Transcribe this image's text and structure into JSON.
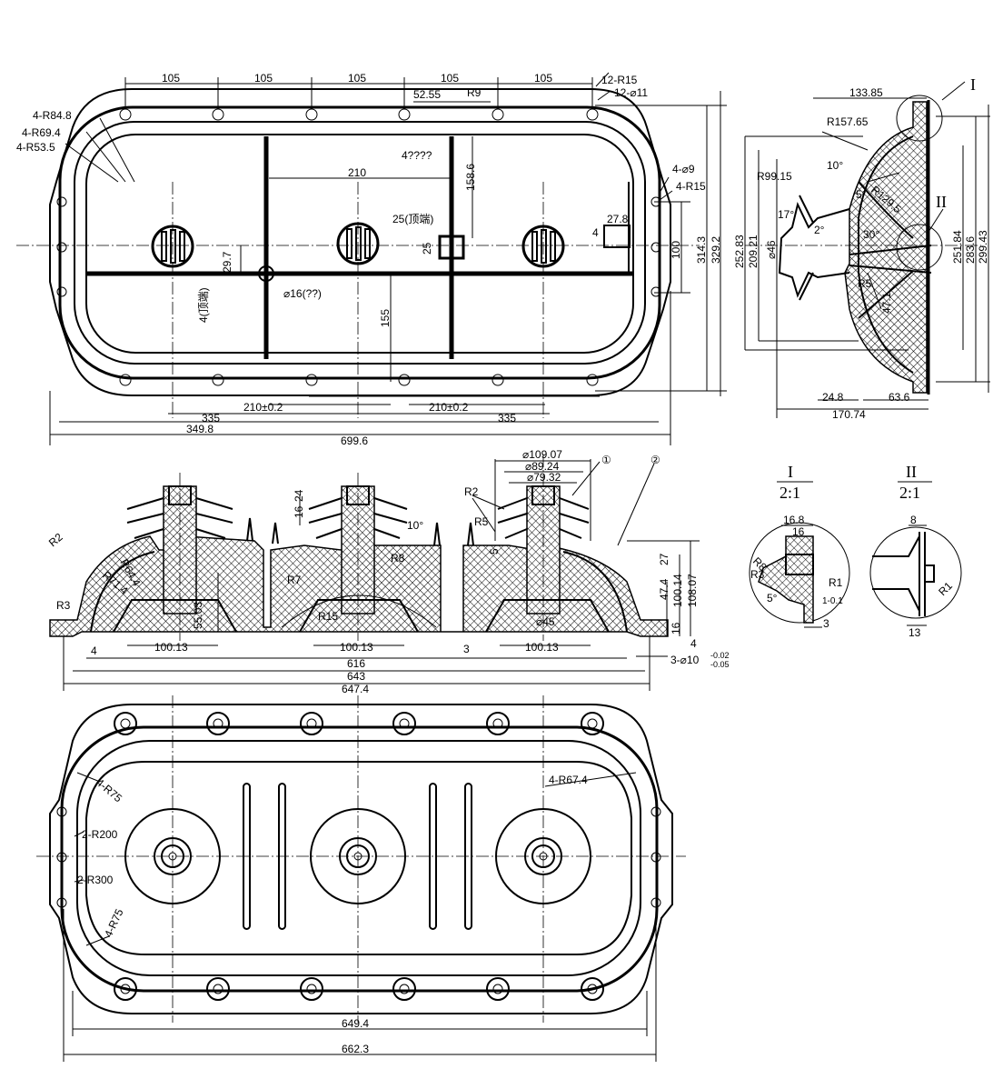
{
  "top_view": {
    "pitch_105": [
      "105",
      "105",
      "105",
      "105",
      "105"
    ],
    "r15_12": "12-R15",
    "d11_12": "12-⌀11",
    "d52_55": "52.55",
    "r9": "R9",
    "r84_8": "4-R84.8",
    "r69_4": "4-R69.4",
    "r53_5": "4-R53.5",
    "note_4": "4????",
    "d210": "210",
    "d158_6": "158.6",
    "d25_top": "25(顶端)",
    "d25": "25",
    "d29_7": "29.7",
    "d4_top": "4(顶端)",
    "d16": "⌀16(??)",
    "d155": "155",
    "d27_8": "27.8",
    "d4": "4",
    "d9_4": "4-⌀9",
    "r15_4": "4-R15",
    "d100": "100",
    "d314_3": "314.3",
    "d329_2": "329.2",
    "d210_tol_a": "210±0.2",
    "d210_tol_b": "210±0.2",
    "d335_a": "335",
    "d335_b": "335",
    "d349_8": "349.8",
    "d699_6": "699.6"
  },
  "side_view": {
    "d133_85": "133.85",
    "mark_I": "I",
    "r157_65": "R157.65",
    "ang10": "10°",
    "r99_15": "R99.15",
    "ang5": "5°",
    "r129_5": "R129.5",
    "mark_II": "II",
    "ang17": "17°",
    "ang2": "2°",
    "ang30": "30°",
    "d252_83": "252.83",
    "d209_21": "209.21",
    "d46": "⌀46",
    "r5": "R5",
    "d47_1": "47.1",
    "d251_84": "251.84",
    "d283_6": "283.6",
    "d299_43": "299.43",
    "d24_8": "24.8",
    "d63_6": "63.6",
    "d170_74": "170.74"
  },
  "section_view": {
    "d109_07": "⌀109.07",
    "d89_24": "⌀89.24",
    "d79_32": "⌀79.32",
    "callout1": "①",
    "callout2": "②",
    "r2_a": "R2",
    "r2_b": "R2",
    "r5": "R5",
    "d16": "16",
    "d24": "24",
    "ang10": "10°",
    "d5": "5",
    "r64_4": "R64.4",
    "r71_4": "R71.4",
    "r8": "R8",
    "r7": "R7",
    "r3": "R3",
    "d55_03": "55.03",
    "r15": "R15",
    "d27": "27",
    "d47_4": "47.4",
    "d100_14": "100.14",
    "d108_07": "108.07",
    "d45": "⌀45",
    "d16b": "16",
    "d4a": "4",
    "d4b": "4",
    "d3": "3",
    "d100_13": [
      "100.13",
      "100.13",
      "100.13"
    ],
    "d616": "616",
    "d643": "643",
    "d647_4": "647.4",
    "holes": "3-⌀10",
    "tol_up": "-0.02",
    "tol_dn": "-0.05"
  },
  "detail_I": {
    "label": "I",
    "scale": "2:1",
    "d16_8": "16.8",
    "d16": "16",
    "r8": "R8",
    "r3": "R3",
    "r1": "R1",
    "ang5": "5°",
    "tol": "1-0.1",
    "d3": "3"
  },
  "detail_II": {
    "label": "II",
    "scale": "2:1",
    "d8": "8",
    "r1": "R1",
    "d13": "13"
  },
  "bottom_view": {
    "r75_a": "4-R75",
    "r200": "2-R200",
    "r300": "2-R300",
    "r75_b": "4-R75",
    "r67_4": "4-R67.4",
    "d649_4": "649.4",
    "d662_3": "662.3"
  }
}
